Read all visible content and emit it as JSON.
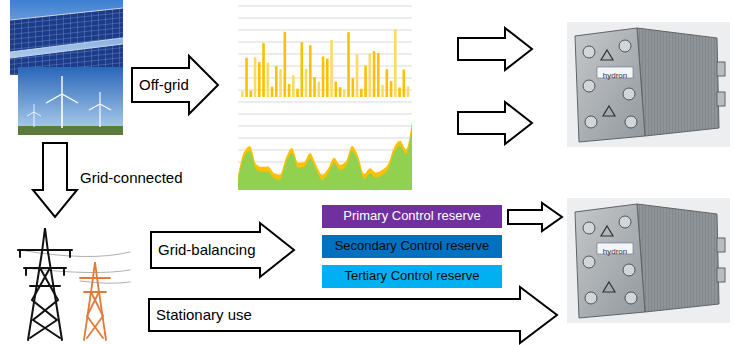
{
  "diagram": {
    "nodes": [
      {
        "text": [
          "Off-grid"
        ]
      },
      {
        "text": [
          "Grid-balancing"
        ]
      },
      {
        "text": [
          "Primary Control reserve"
        ]
      },
      {
        "text": [
          "Secondary Control reserve"
        ]
      },
      {
        "text": [
          "Tertiary Control reserve"
        ]
      },
      {
        "text": [
          "Stationary use"
        ]
      }
    ],
    "labels": [
      "Grid-connected",
      "hydron",
      "hydron"
    ]
  }
}
